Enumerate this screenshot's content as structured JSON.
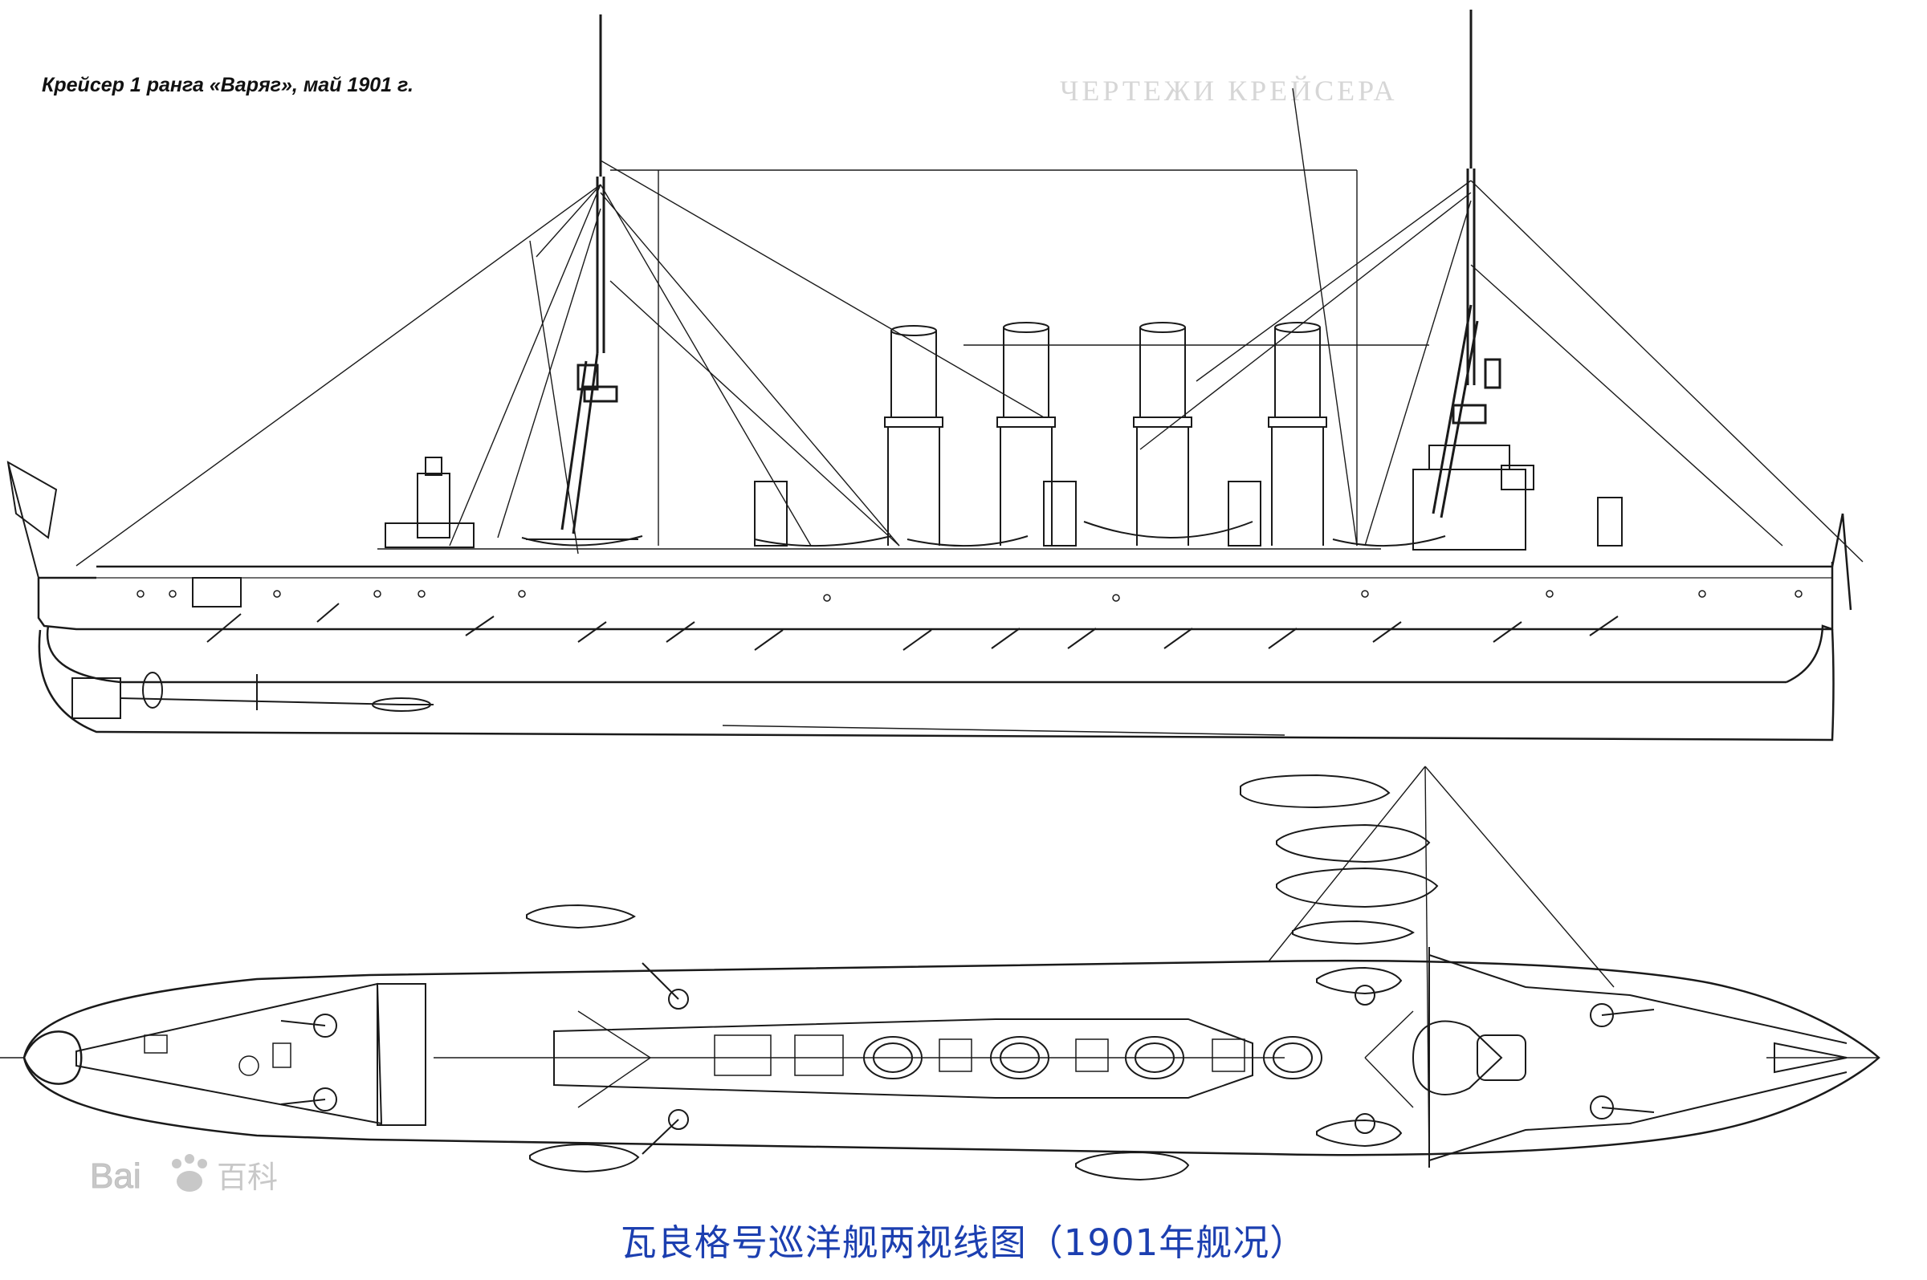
{
  "drawing": {
    "title": "Крейсер 1 ранга «Варяг», май 1901 г.",
    "caption": "瓦良格号巡洋舰两视线图（1901年舰况）",
    "watermark": {
      "latin": "Bai",
      "cjk": "百科"
    },
    "palette": {
      "background": "#ffffff",
      "ink": "#1a1a1a",
      "caption": "#1c3fb0",
      "watermark": "#c8c8c8"
    },
    "icons": [
      "paw-icon"
    ],
    "views": [
      "side-profile",
      "plan-view"
    ]
  }
}
